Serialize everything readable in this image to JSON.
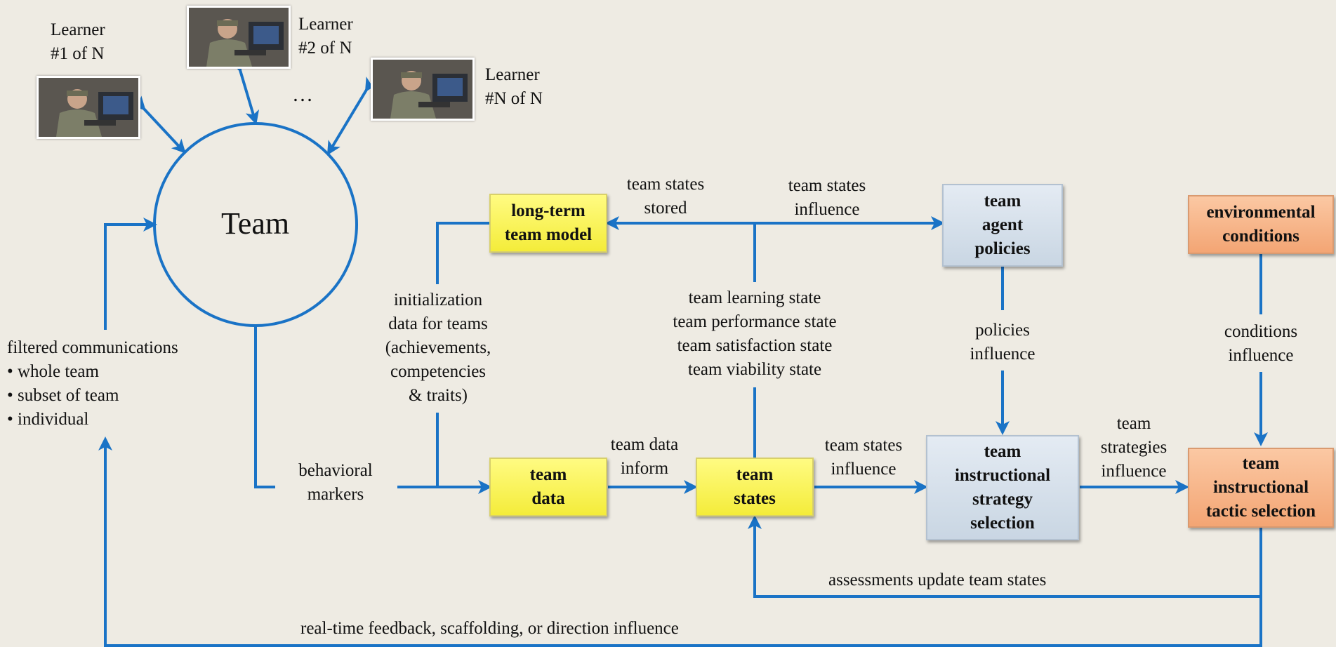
{
  "learners": [
    {
      "name_line1": "Learner",
      "name_line2": "#1 of N"
    },
    {
      "name_line1": "Learner",
      "name_line2": "#2 of N"
    },
    {
      "name_line1": "Learner",
      "name_line2": "#N of N"
    }
  ],
  "ellipsis": "…",
  "team_circle_label": "Team",
  "filtered": {
    "title": "filtered communications",
    "items": [
      "• whole team",
      "• subset of team",
      "• individual"
    ]
  },
  "boxes": {
    "long_term_model": [
      "long-term",
      "team model"
    ],
    "team_agent_policies": [
      "team",
      "agent",
      "policies"
    ],
    "environmental_conditions": [
      "environmental",
      "conditions"
    ],
    "team_data": [
      "team",
      "data"
    ],
    "team_states": [
      "team",
      "states"
    ],
    "strategy_selection": [
      "team",
      "instructional",
      "strategy",
      "selection"
    ],
    "tactic_selection": [
      "team",
      "instructional",
      "tactic selection"
    ]
  },
  "labels": {
    "team_states_stored": [
      "team states",
      "stored"
    ],
    "team_states_influence_top": [
      "team states",
      "influence"
    ],
    "initialization": [
      "initialization",
      "data for teams",
      "(achievements,",
      "competencies",
      "& traits)"
    ],
    "state_list": [
      "team learning state",
      "team performance state",
      "team satisfaction state",
      "team viability state"
    ],
    "policies_influence": [
      "policies",
      "influence"
    ],
    "conditions_influence": [
      "conditions",
      "influence"
    ],
    "behavioral_markers": [
      "behavioral",
      "markers"
    ],
    "team_data_inform": [
      "team data",
      "inform"
    ],
    "team_states_influence_bottom": [
      "team states",
      "influence"
    ],
    "team_strategies_influence": [
      "team",
      "strategies",
      "influence"
    ],
    "assessments": "assessments update team states",
    "realtime": "real-time feedback, scaffolding, or direction influence"
  },
  "colors": {
    "arrow": "#1a73c6",
    "yellow_box": "#f4ec3a",
    "blue_box": "#c9d6e3",
    "orange_box": "#f3a574",
    "background": "#eeebe3"
  }
}
